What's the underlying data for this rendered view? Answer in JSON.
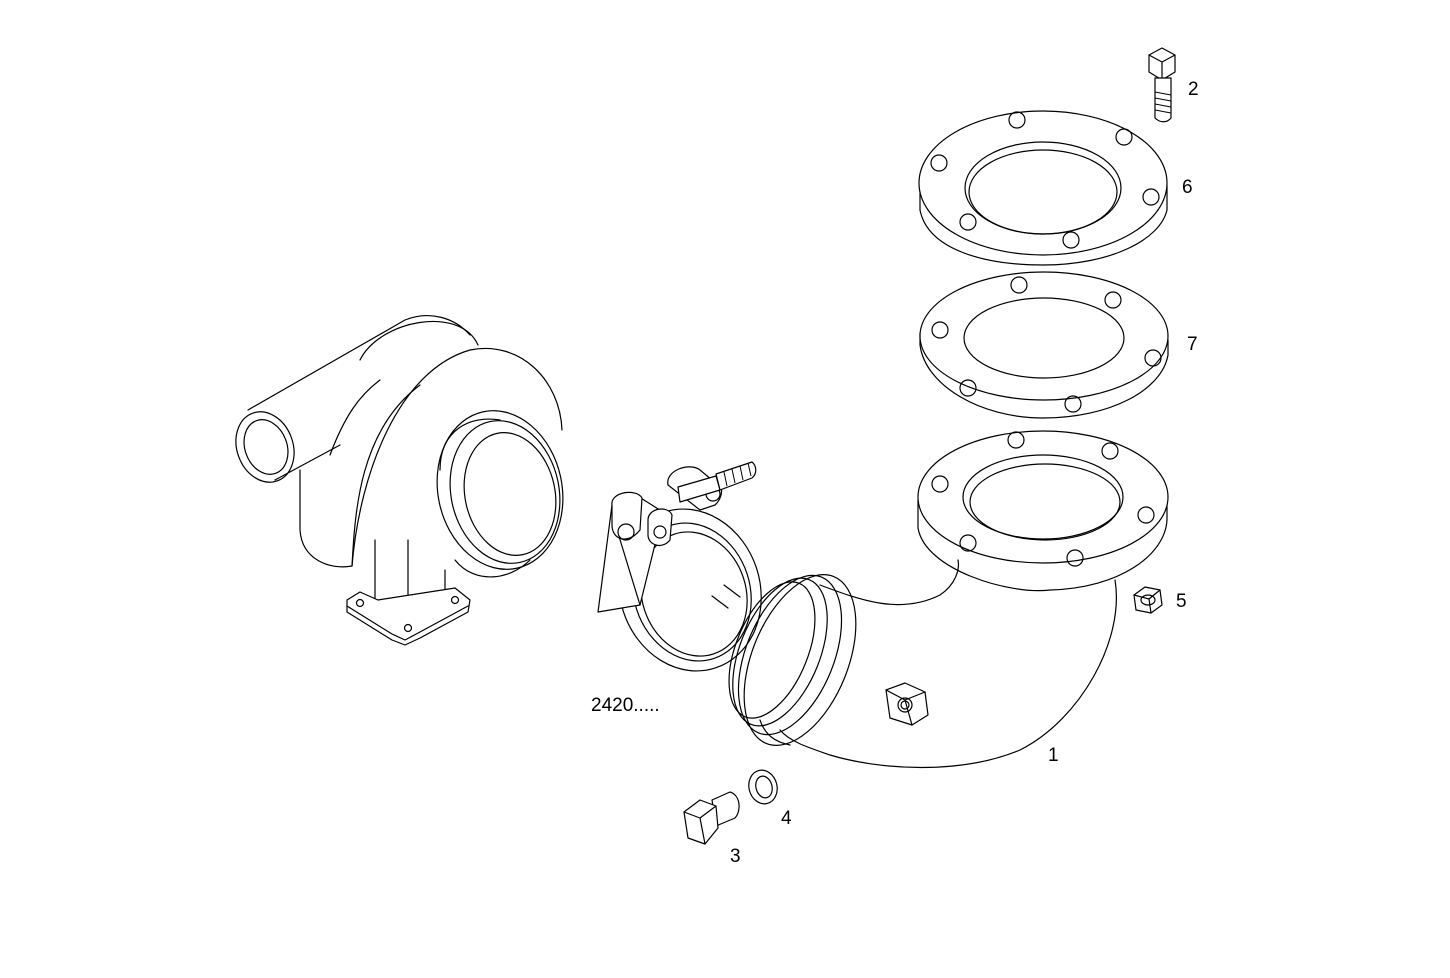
{
  "callouts": {
    "part_1": "1",
    "part_2": "2",
    "part_3": "3",
    "part_4": "4",
    "part_5": "5",
    "part_6": "6",
    "part_7": "7",
    "clamp_ref": "2420....."
  },
  "colors": {
    "line": "#000000",
    "background": "#ffffff"
  }
}
